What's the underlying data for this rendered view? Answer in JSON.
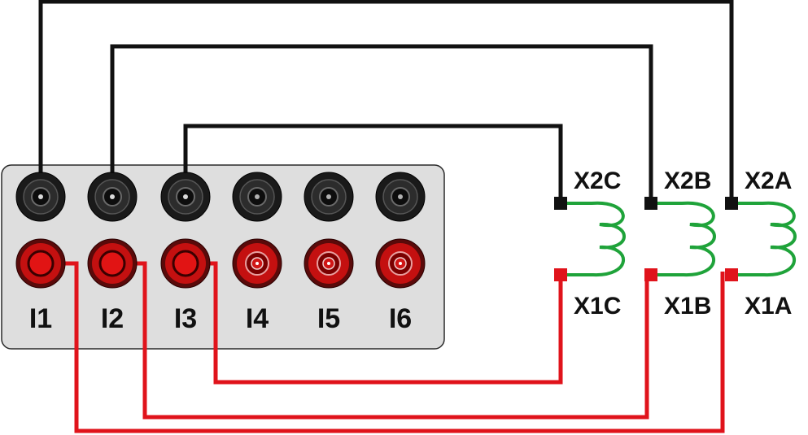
{
  "colors": {
    "panel": "#dedede",
    "black_wire": "#111111",
    "red_wire": "#e0131b",
    "coil": "#1fa33a",
    "black_jack": "#1a1a1a",
    "red_jack": "#c41010"
  },
  "test_set": {
    "channels": [
      {
        "label": "I1",
        "jack_top": "black",
        "jack_bottom": "red"
      },
      {
        "label": "I2",
        "jack_top": "black",
        "jack_bottom": "red"
      },
      {
        "label": "I3",
        "jack_top": "black",
        "jack_bottom": "red"
      },
      {
        "label": "I4",
        "jack_top": "black",
        "jack_bottom": "red"
      },
      {
        "label": "I5",
        "jack_top": "black",
        "jack_bottom": "red"
      },
      {
        "label": "I6",
        "jack_top": "black",
        "jack_bottom": "red"
      }
    ]
  },
  "ct_windings": [
    {
      "top_label": "X2C",
      "bottom_label": "X1C"
    },
    {
      "top_label": "X2B",
      "bottom_label": "X1B"
    },
    {
      "top_label": "X2A",
      "bottom_label": "X1A"
    }
  ],
  "connections": [
    {
      "from": "I1",
      "polarity": "black",
      "to": "X2A"
    },
    {
      "from": "I2",
      "polarity": "black",
      "to": "X2B"
    },
    {
      "from": "I3",
      "polarity": "black",
      "to": "X2C"
    },
    {
      "from": "I1",
      "polarity": "red",
      "to": "X1A"
    },
    {
      "from": "I2",
      "polarity": "red",
      "to": "X1B"
    },
    {
      "from": "I3",
      "polarity": "red",
      "to": "X1C"
    }
  ]
}
